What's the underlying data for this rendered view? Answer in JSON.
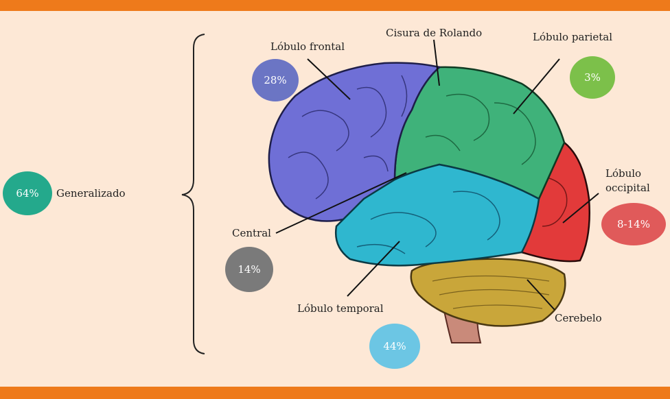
{
  "generalized": {
    "percent": "64%",
    "label": "Generalizado"
  },
  "regions": {
    "frontal": {
      "label": "Lóbulo frontal",
      "percent": "28%",
      "color": "#6b75c4"
    },
    "rolando": {
      "label": "Cisura de Rolando"
    },
    "parietal": {
      "label": "Lóbulo parietal",
      "percent": "3%",
      "color": "#7cc04a"
    },
    "occipital": {
      "label_line1": "Lóbulo",
      "label_line2": "occipital",
      "percent": "8-14%",
      "color": "#e05a5a"
    },
    "central": {
      "label": "Central",
      "percent": "14%",
      "color": "#7a7a7a"
    },
    "temporal": {
      "label": "Lóbulo temporal",
      "percent": "44%",
      "color": "#6cc6e4"
    },
    "cerebelo": {
      "label": "Cerebelo"
    }
  },
  "colors": {
    "frame_bar": "#ee7a1b",
    "background": "#fde8d6",
    "generalized_bubble": "#24a98c",
    "frontal_lobe": "#6f6fd6",
    "parietal_lobe": "#3fb27a",
    "occipital_lobe": "#e23a3a",
    "temporal_lobe": "#2fb7cf",
    "cerebellum": "#c9a63a"
  }
}
